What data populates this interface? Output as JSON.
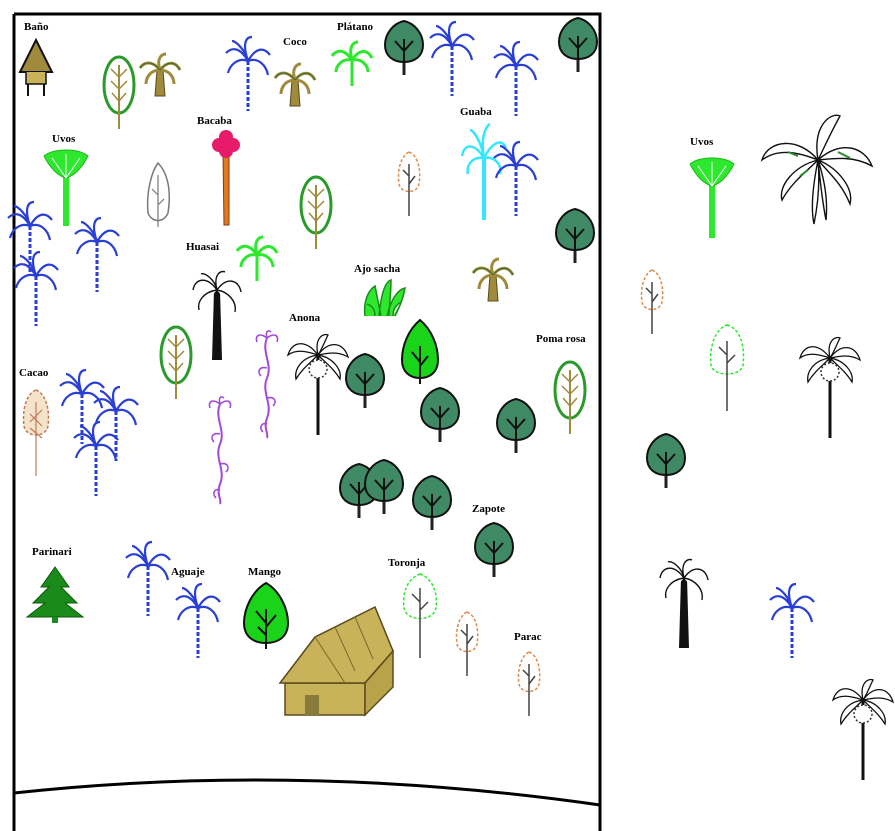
{
  "labels": {
    "bano": "Baño",
    "coco": "Coco",
    "platano": "Plátano",
    "uvos": "Uvos",
    "uvos2": "Uvos",
    "bacaba": "Bacaba",
    "guaba": "Guaba",
    "huasai": "Huasai",
    "ajo_sacha": "Ajo sacha",
    "anona": "Anona",
    "poma_rosa": "Poma rosa",
    "cacao": "Cacao",
    "zapote": "Zapote",
    "parinari": "Parinari",
    "aguaje": "Aguaje",
    "mango": "Mango",
    "toronja": "Toronja",
    "parac": "Parac"
  },
  "colors": {
    "border": "#000000",
    "blue_palm": "#2a3fd6",
    "green_palm": "#2ee82e",
    "tan_palm": "#a08a3c",
    "dark_tree_fill": "#3f8a64",
    "bright_green": "#19d419",
    "cyan_palm": "#35e6ff",
    "purple_plant": "#a24ad8",
    "orange_tree": "#e08a4a",
    "oval_tree": "#2a9a2a",
    "bacaba_flower": "#e81a6a",
    "bacaba_trunk": "#e07a20",
    "pine": "#1a8a1a",
    "house": "#c8b25a"
  }
}
